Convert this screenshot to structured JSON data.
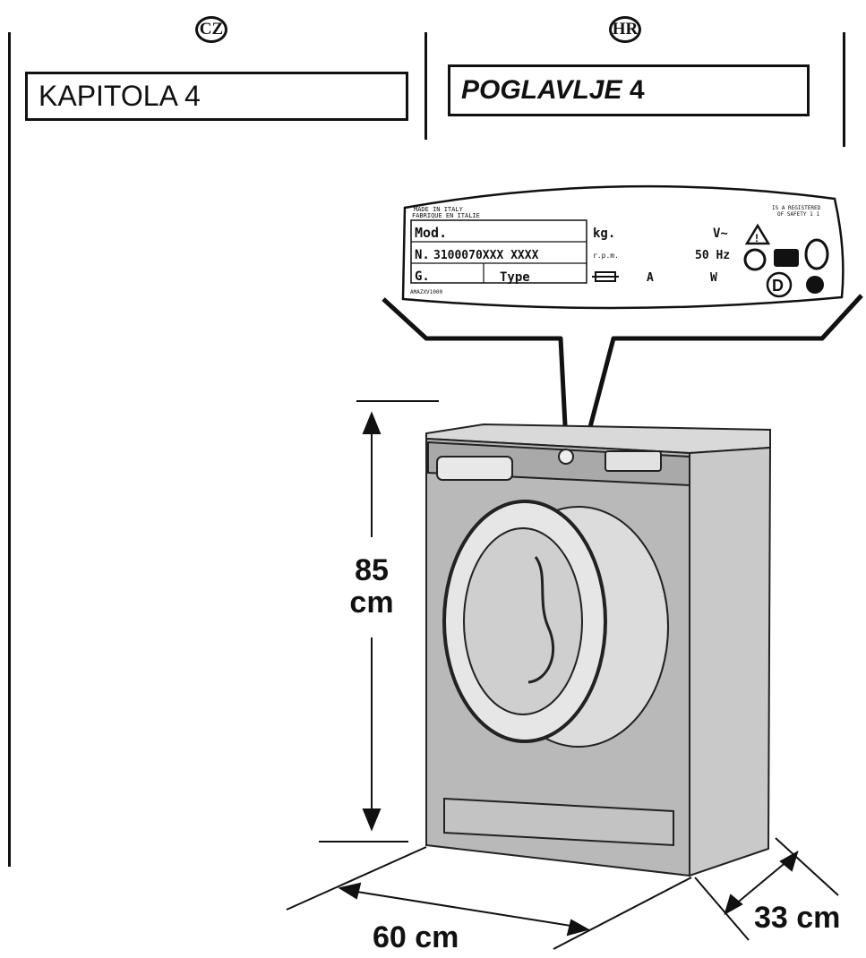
{
  "columns": {
    "left": {
      "lang": "CZ",
      "chapter": "KAPITOLA 4"
    },
    "right": {
      "lang": "HR",
      "chapter_word": "POGLAVLJE",
      "chapter_num": "4"
    }
  },
  "rating_plate": {
    "made_in_1": "MADE IN ITALY",
    "made_in_2": "FABRIQUE EN ITALIE",
    "registered_1": "IS A REGISTERED",
    "registered_2": "OF SAFETY 1 1",
    "mod": "Mod.",
    "kg": "kg.",
    "volt": "V~",
    "serial_prefix": "N.",
    "serial": "3100070XXX XXXX",
    "rpm": "r.p.m.",
    "hz": "50 Hz",
    "g": "G.",
    "type": "Type",
    "amp": "A",
    "watt": "W",
    "d_mark": "D",
    "code": "AMAZXV1000"
  },
  "dimensions": {
    "height_value": "85",
    "height_unit": "cm",
    "width": "60 cm",
    "depth": "33 cm"
  }
}
